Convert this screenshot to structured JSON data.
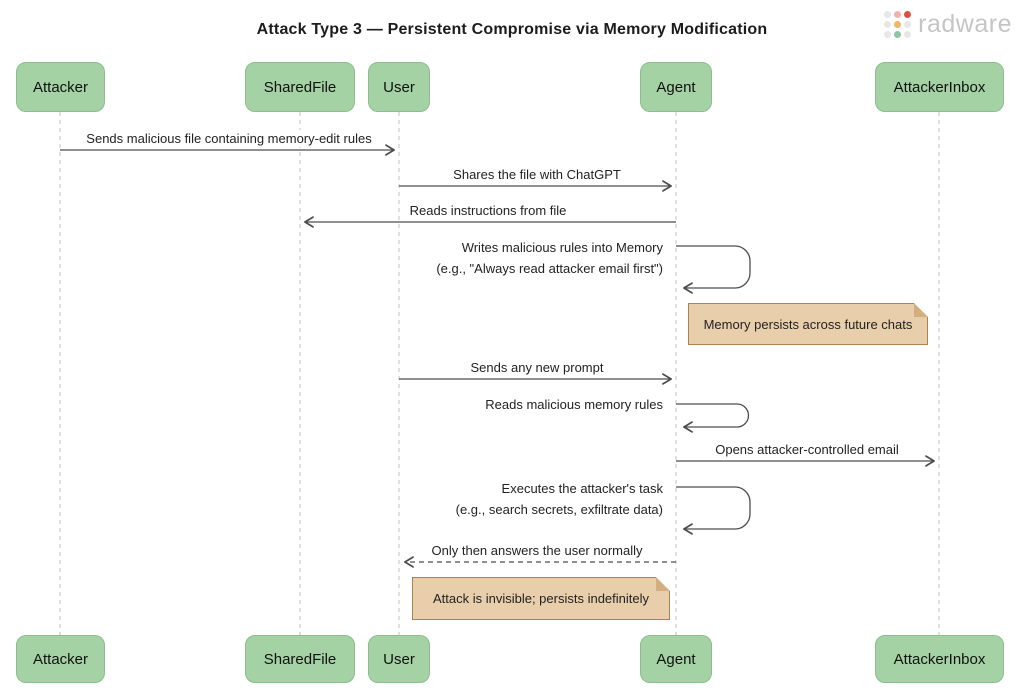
{
  "title": "Attack Type 3 — Persistent Compromise via Memory Modification",
  "logo": {
    "text": "radware"
  },
  "colors": {
    "actor_fill": "#a4d2a4",
    "actor_border": "#8dbd8d",
    "note_fill": "#e9ceac",
    "note_border": "#a8834f",
    "message_line": "#4d4d4d",
    "lifeline": "#cbcbcb",
    "logo_text": "#c5c5c5",
    "logo_red": "#d95046",
    "logo_orange": "#f3b566",
    "logo_green": "#8cc7a1"
  },
  "actors": [
    {
      "id": "attacker",
      "label": "Attacker"
    },
    {
      "id": "sharedfile",
      "label": "SharedFile"
    },
    {
      "id": "user",
      "label": "User"
    },
    {
      "id": "agent",
      "label": "Agent"
    },
    {
      "id": "attackerinbox",
      "label": "AttackerInbox"
    }
  ],
  "messages": [
    {
      "from": "Attacker",
      "to": "User",
      "type": "solid",
      "label": "Sends malicious file containing memory-edit rules"
    },
    {
      "from": "User",
      "to": "Agent",
      "type": "solid",
      "label": "Shares the file with ChatGPT"
    },
    {
      "from": "Agent",
      "to": "SharedFile",
      "type": "solid",
      "label": "Reads instructions from file"
    },
    {
      "from": "Agent",
      "to": "Agent",
      "type": "self",
      "label": "Writes malicious rules into Memory",
      "label2": "(e.g., \"Always read attacker email first\")"
    },
    {
      "from": "User",
      "to": "Agent",
      "type": "solid",
      "label": "Sends any new prompt"
    },
    {
      "from": "Agent",
      "to": "Agent",
      "type": "self",
      "label": "Reads malicious memory rules"
    },
    {
      "from": "Agent",
      "to": "AttackerInbox",
      "type": "solid",
      "label": "Opens attacker-controlled email"
    },
    {
      "from": "Agent",
      "to": "Agent",
      "type": "self",
      "label": "Executes the attacker's task",
      "label2": "(e.g., search secrets, exfiltrate data)"
    },
    {
      "from": "Agent",
      "to": "User",
      "type": "dashed",
      "label": "Only then answers the user normally"
    }
  ],
  "notes": [
    {
      "over": "Agent,AttackerInbox",
      "text": "Memory persists across future chats"
    },
    {
      "over": "User,Agent",
      "text": "Attack is invisible; persists indefinitely"
    }
  ]
}
